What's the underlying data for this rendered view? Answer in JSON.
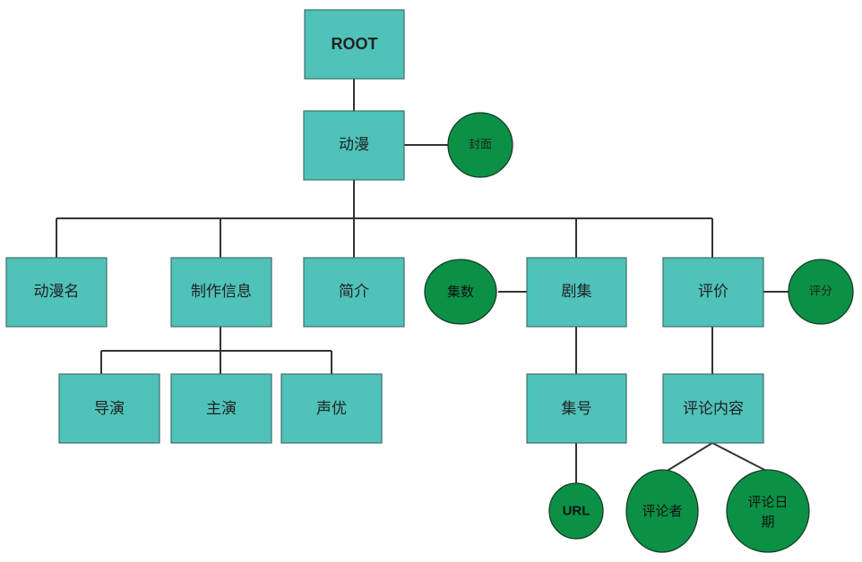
{
  "diagram": {
    "nodes": {
      "root": "ROOT",
      "anime": "动漫",
      "cover": "封面",
      "anime_name": "动漫名",
      "production_info": "制作信息",
      "synopsis": "简介",
      "episode_count": "集数",
      "episodes": "剧集",
      "review": "评价",
      "score": "评分",
      "director": "导演",
      "lead_actor": "主演",
      "voice_actor": "声优",
      "episode_number": "集号",
      "review_content": "评论内容",
      "url": "URL",
      "reviewer": "评论者",
      "review_date_line1": "评论日",
      "review_date_line2": "期"
    },
    "colors": {
      "box_fill": "#4fc2b9",
      "ellipse_fill": "#0a9146",
      "edge": "#333333"
    }
  }
}
